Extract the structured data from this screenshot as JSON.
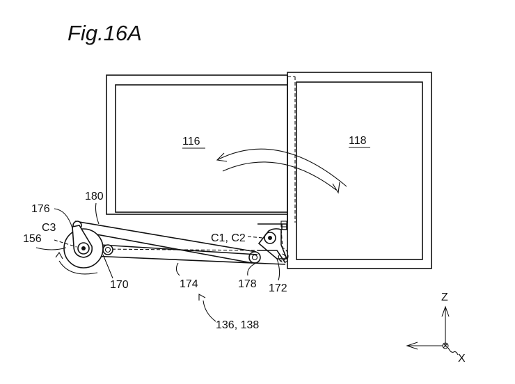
{
  "figure": {
    "title": "Fig.16A",
    "components": {
      "panel_left": {
        "label": "116",
        "underlined": true
      },
      "panel_right": {
        "label": "118",
        "underlined": true
      },
      "wheel": {
        "label": "156"
      },
      "axis_c3": {
        "label": "C3"
      },
      "link_upper_pivot": {
        "label": "176"
      },
      "link_upper": {
        "label": "180"
      },
      "link_lower_pivot": {
        "label": "170"
      },
      "link_lower": {
        "label": "174"
      },
      "hinge_axes": {
        "label": "C1, C2"
      },
      "hinge_link_pivot": {
        "label": "178"
      },
      "hinge_bracket": {
        "label": "172"
      },
      "mechanism": {
        "label": "136, 138"
      }
    },
    "axes": {
      "vertical": "Z",
      "out_of_plane": "X"
    },
    "rotation_arrows": [
      "counter-rotation between 116 and 118",
      "wheel rotation at 156"
    ]
  }
}
